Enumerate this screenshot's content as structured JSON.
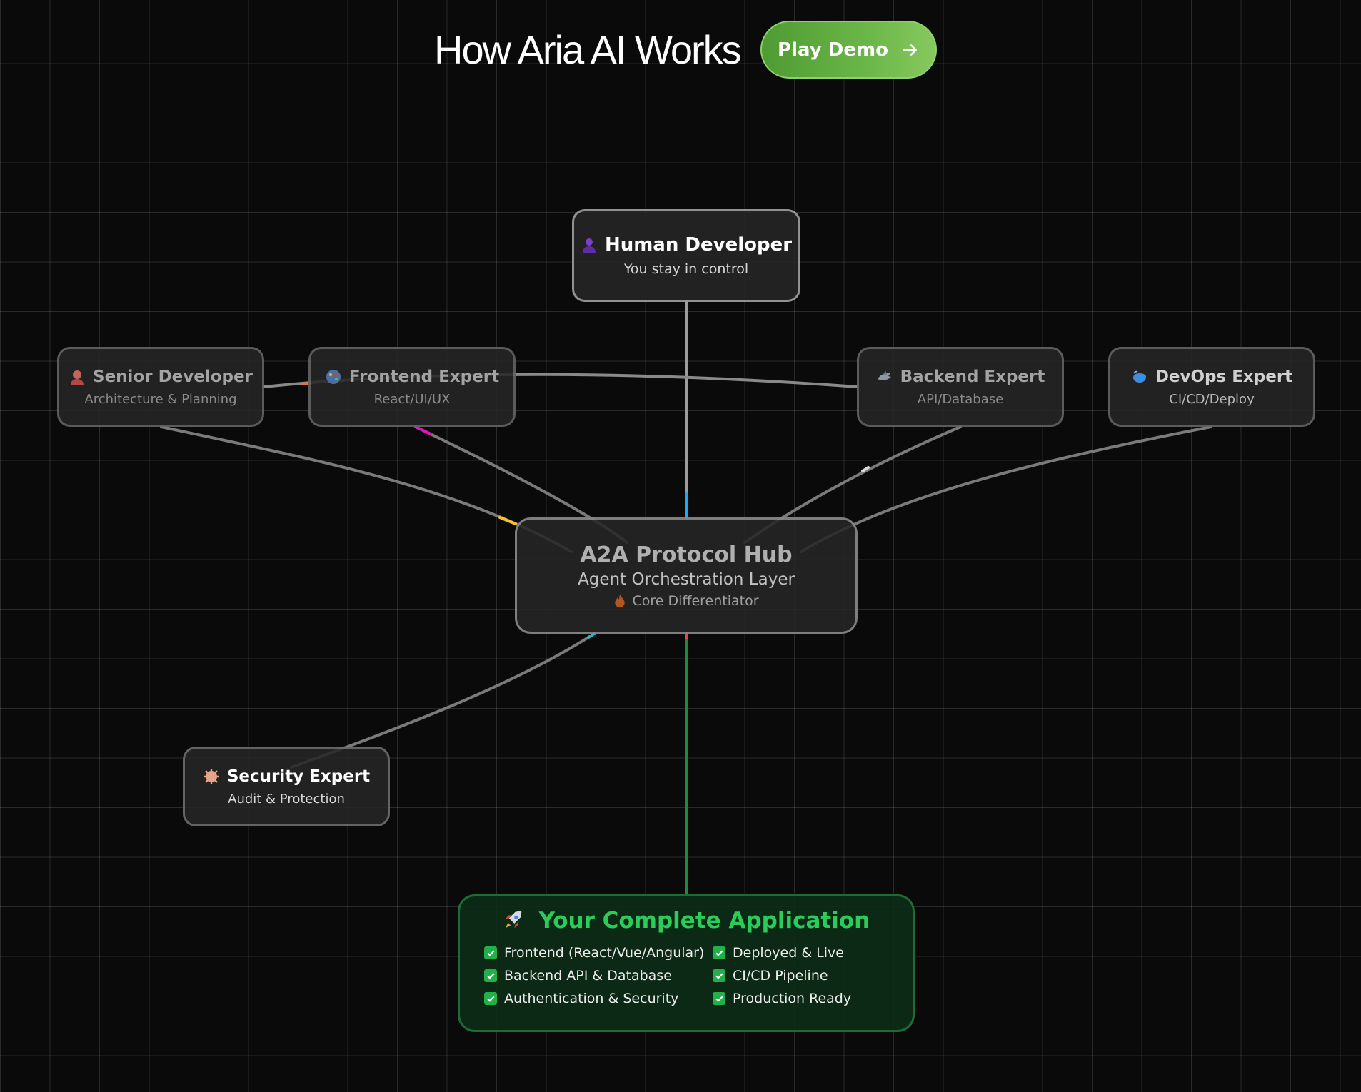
{
  "header": {
    "title": "How Aria AI Works",
    "play_button": "Play Demo"
  },
  "nodes": {
    "human": {
      "title": "Human Developer",
      "subtitle": "You stay in control",
      "icon": "person-icon"
    },
    "senior": {
      "title": "Senior Developer",
      "subtitle": "Architecture & Planning",
      "icon": "developer-icon"
    },
    "frontend": {
      "title": "Frontend Expert",
      "subtitle": "React/UI/UX",
      "icon": "artist-icon"
    },
    "backend": {
      "title": "Backend Expert",
      "subtitle": "API/Database",
      "icon": "shark-icon"
    },
    "devops": {
      "title": "DevOps Expert",
      "subtitle": "CI/CD/Deploy",
      "icon": "whale-icon"
    },
    "hub": {
      "title": "A2A Protocol Hub",
      "subtitle": "Agent Orchestration Layer",
      "note": "Core Differentiator",
      "note_icon": "flame-icon"
    },
    "security": {
      "title": "Security Expert",
      "subtitle": "Audit & Protection",
      "icon": "shield-icon"
    }
  },
  "application": {
    "title": "Your Complete Application",
    "icon": "rocket-icon",
    "features_left": [
      "Frontend (React/Vue/Angular)",
      "Backend API & Database",
      "Authentication & Security"
    ],
    "features_right": [
      "Deployed & Live",
      "CI/CD Pipeline",
      "Production Ready"
    ]
  },
  "colors": {
    "background": "#0a0a0a",
    "accent_green": "#2ccc5c",
    "button_green": "#6bb648",
    "edge_gray": "#7a7a7a",
    "edge_output": "#1e8a3e"
  }
}
